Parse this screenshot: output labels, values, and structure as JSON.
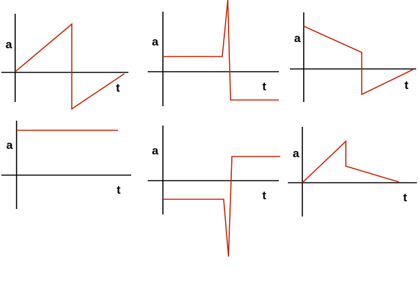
{
  "labels": {
    "y_axis": "a",
    "x_axis": "t"
  },
  "colors": {
    "axis": "#000000",
    "trace": "#cc2200"
  },
  "panels": [
    {
      "id": "p1",
      "description": "ramp up, drop to negative, ramp back to zero"
    },
    {
      "id": "p2",
      "description": "constant positive, spike up, constant negative"
    },
    {
      "id": "p3",
      "description": "positive ramp down, drop, ramp up to zero"
    },
    {
      "id": "p4",
      "description": "constant positive"
    },
    {
      "id": "p5",
      "description": "constant negative, spike down, constant positive"
    },
    {
      "id": "p6",
      "description": "ramp up, drop, ramp down to zero"
    }
  ]
}
